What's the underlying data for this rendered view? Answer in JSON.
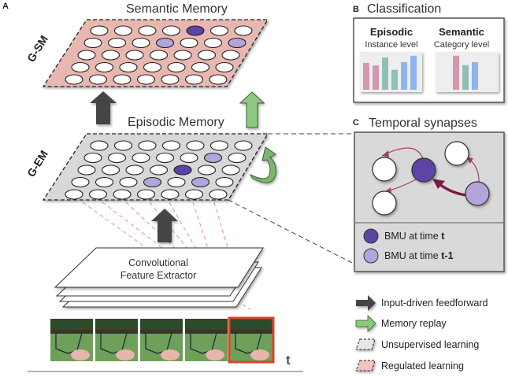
{
  "panel_a": {
    "letter": "A",
    "semantic_title": "Semantic Memory",
    "semantic_label": "G-SM",
    "episodic_title": "Episodic Memory",
    "episodic_label": "G-EM",
    "extractor_line1": "Convolutional",
    "extractor_line2": "Feature Extractor",
    "time_label": "t",
    "frame_count": 5,
    "highlighted_frame": 5,
    "semantic_grid": {
      "rows": 5,
      "cols": 7,
      "bmu_t": [
        [
          0,
          4
        ]
      ],
      "bmu_t_minus_1": [
        [
          1,
          3
        ],
        [
          1,
          6
        ]
      ]
    },
    "episodic_grid": {
      "rows": 5,
      "cols": 7,
      "bmu_t": [
        [
          2,
          4
        ]
      ],
      "bmu_t_minus_1": [
        [
          1,
          5
        ],
        [
          3,
          3
        ],
        [
          3,
          5
        ]
      ]
    }
  },
  "panel_b": {
    "letter": "B",
    "title": "Classification",
    "episodic": {
      "heading": "Episodic",
      "subheading": "Instance level",
      "bars": [
        0.74,
        0.67,
        0.89,
        0.55,
        0.76,
        0.94
      ]
    },
    "semantic": {
      "heading": "Semantic",
      "subheading": "Category level",
      "bars": [
        0.94,
        0.68,
        0.76
      ]
    }
  },
  "panel_c": {
    "letter": "C",
    "title": "Temporal synapses",
    "legend": [
      {
        "text": "BMU at time ",
        "bold": "t"
      },
      {
        "text": "BMU at time ",
        "bold": "t-1"
      }
    ]
  },
  "legend": [
    {
      "icon": "dark-arrow-icon",
      "label": "Input-driven feedforward"
    },
    {
      "icon": "green-arrow-icon",
      "label": "Memory replay"
    },
    {
      "icon": "gray-dashed-plane-icon",
      "label": "Unsupervised learning"
    },
    {
      "icon": "pink-dashed-plane-icon",
      "label": "Regulated learning"
    }
  ],
  "colors": {
    "semantic_plane": "#e8b8b0",
    "episodic_plane": "#d8d8d8",
    "bmu_t": "#5c44a6",
    "bmu_t_minus_1": "#b3a4dc",
    "dark_arrow": "#444444",
    "green_arrow": "#8cc97e",
    "pink_bar": "#d596b0",
    "teal_bar": "#8fbfb5",
    "blue_bar": "#8fb3ee",
    "frame_highlight": "#d9442a",
    "synapse": "#a0416f"
  }
}
